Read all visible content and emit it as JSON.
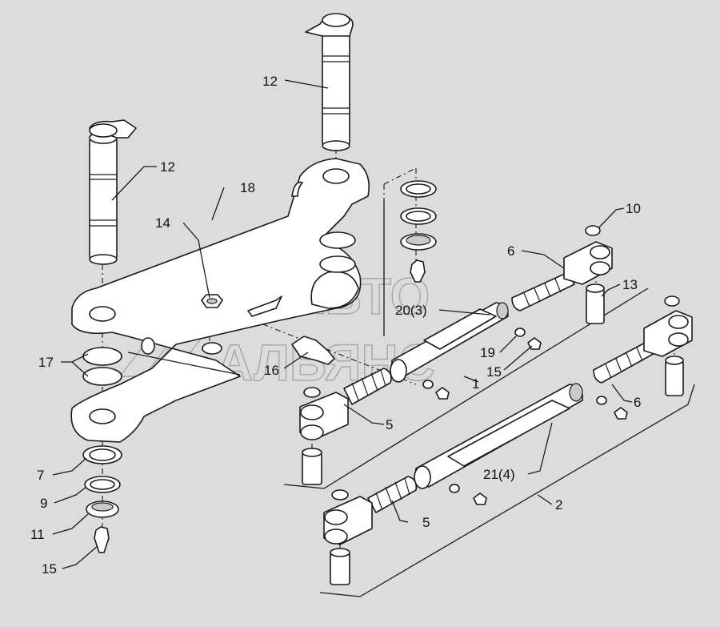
{
  "watermark": {
    "line1": "АВТО",
    "line2": "АЛЬЯНС"
  },
  "labels": [
    {
      "id": "12a",
      "text": "12"
    },
    {
      "id": "12b",
      "text": "12"
    },
    {
      "id": "18",
      "text": "18"
    },
    {
      "id": "14",
      "text": "14"
    },
    {
      "id": "17",
      "text": "17"
    },
    {
      "id": "16",
      "text": "16"
    },
    {
      "id": "7",
      "text": "7"
    },
    {
      "id": "9",
      "text": "9"
    },
    {
      "id": "11",
      "text": "11"
    },
    {
      "id": "15a",
      "text": "15"
    },
    {
      "id": "10",
      "text": "10"
    },
    {
      "id": "6a",
      "text": "6"
    },
    {
      "id": "13",
      "text": "13"
    },
    {
      "id": "20",
      "text": "20(3)"
    },
    {
      "id": "19",
      "text": "19"
    },
    {
      "id": "15b",
      "text": "15"
    },
    {
      "id": "1",
      "text": "1"
    },
    {
      "id": "6b",
      "text": "6"
    },
    {
      "id": "5a",
      "text": "5"
    },
    {
      "id": "21",
      "text": "21(4)"
    },
    {
      "id": "2",
      "text": "2"
    },
    {
      "id": "5b",
      "text": "5"
    }
  ]
}
